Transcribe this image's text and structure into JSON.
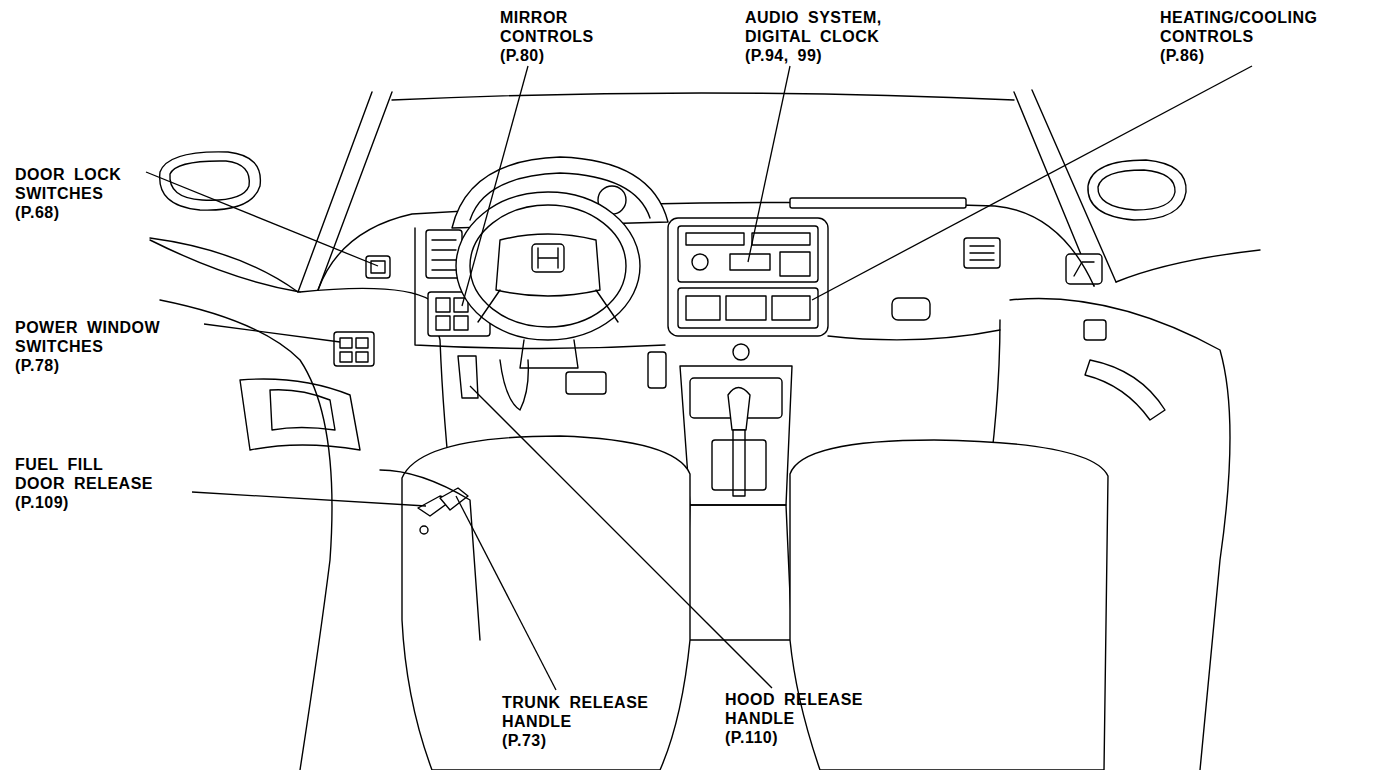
{
  "diagram": {
    "labels": [
      "MIRROR CONTROLS",
      "(P.80)",
      "AUDIO SYSTEM, DIGITAL CLOCK",
      "(P.94, 99)",
      "HEATING/COOLING CONTROLS",
      "(P.86)",
      "DOOR LOCK SWITCHES",
      "(P.68)",
      "POWER WINDOW SWITCHES",
      "(P.78)",
      "FUEL FILL DOOR RELEASE",
      "(P.109)",
      "TRUNK RELEASE HANDLE",
      "(P.73)",
      "HOOD RELEASE HANDLE",
      "(P.110)"
    ]
  }
}
